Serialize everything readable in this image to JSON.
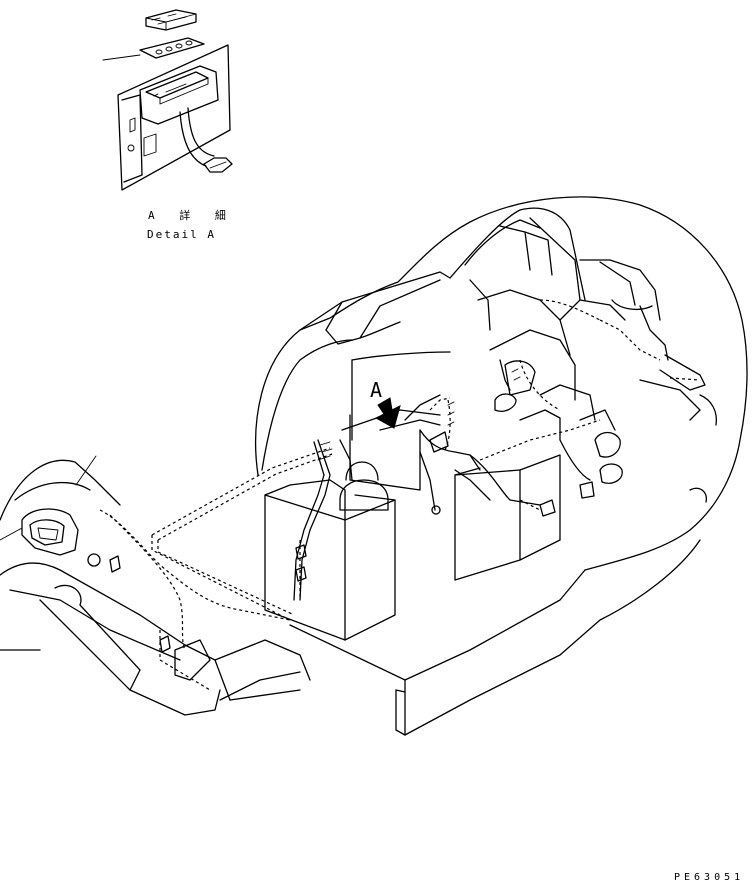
{
  "detail": {
    "title_jp": "A 詳 細",
    "title_en": "Detail A"
  },
  "view_arrow_label": "A",
  "drawing_number": "PE63051"
}
